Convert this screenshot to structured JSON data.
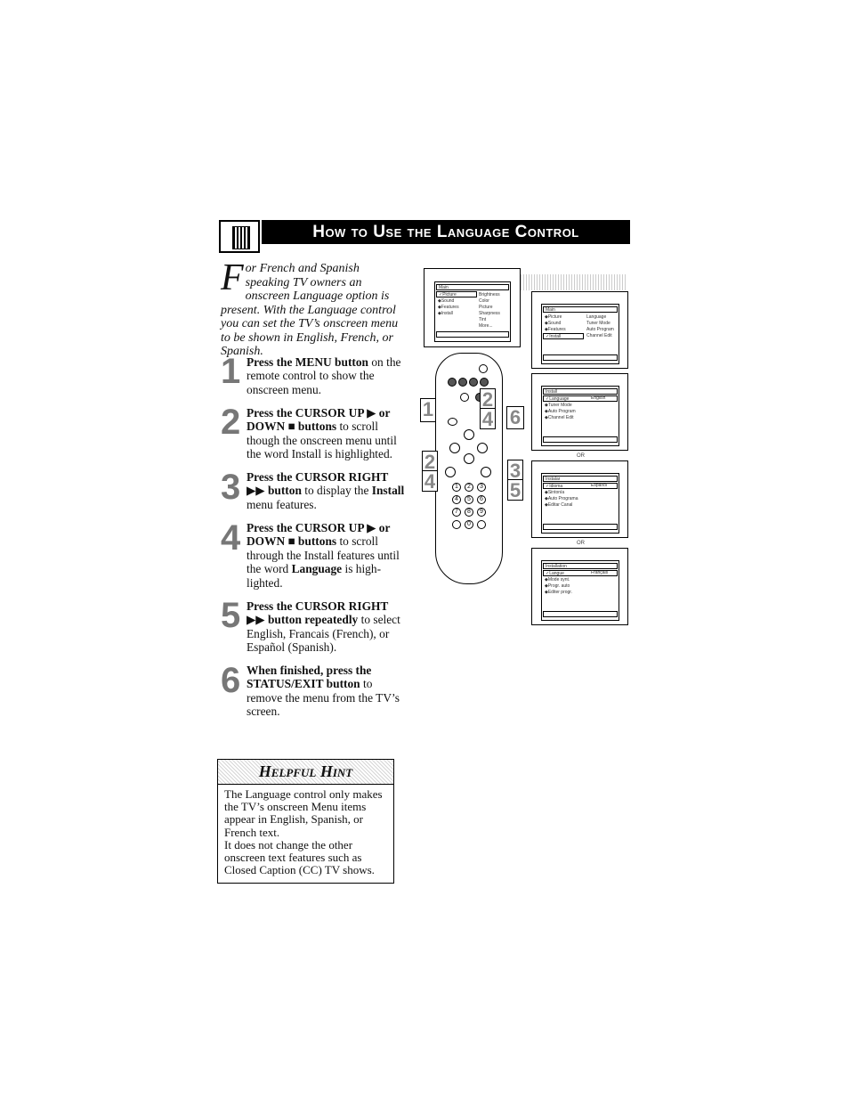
{
  "header": {
    "title": "How to Use the Language Control"
  },
  "intro": {
    "dropcap": "F",
    "text": "or French and Spanish speaking TV owners an onscreen Language option is present. With the Language control you can set the TV’s onscreen menu to be shown in English, French, or Spanish."
  },
  "steps": [
    {
      "num": "1",
      "bold": "Press the MENU button",
      "rest": " on the remote control to show the onscreen menu."
    },
    {
      "num": "2",
      "bold": "Press the CURSOR UP ▶ or DOWN ■ buttons",
      "rest": " to scroll though the onscreen menu until the word Install is highlighted."
    },
    {
      "num": "3",
      "bold": "Press the CURSOR RIGHT ▶▶ button",
      "rest": " to display the ",
      "bold2": "Install",
      "rest2": " menu features."
    },
    {
      "num": "4",
      "bold": "Press the CURSOR UP ▶ or DOWN ■ buttons",
      "rest": " to scroll through the Install features until the word ",
      "bold2": "Language",
      "rest2": " is high-lighted."
    },
    {
      "num": "5",
      "bold": "Press the CURSOR RIGHT ▶▶ button repeatedly",
      "rest": " to select English, Francais (French), or Español (Spanish)."
    },
    {
      "num": "6",
      "bold": "When finished, press the STATUS/EXIT button",
      "rest": " to remove the menu from the TV’s screen."
    }
  ],
  "hint": {
    "title": "Helpful Hint",
    "p1": "The Language control only makes the TV’s onscreen Menu items appear in English, Spanish, or French text.",
    "p2": "It does not change the other onscreen text features such as Closed Caption (CC) TV shows."
  },
  "screens": {
    "s1": {
      "bar": "Main",
      "rows": [
        "✓Picture",
        "◆Sound",
        "◆Features",
        "◆Install"
      ],
      "right": [
        "Brightness",
        "Color",
        "Picture",
        "Sharpness",
        "Tint",
        "More..."
      ]
    },
    "s2": {
      "bar": "Main",
      "rows": [
        "◆Picture",
        "◆Sound",
        "◆Features",
        "✓Install"
      ],
      "right": [
        "Language",
        "Tuner Mode",
        "Auto Program",
        "Channel Edit"
      ]
    },
    "s3": {
      "bar": "Install",
      "rows": [
        "✓Language",
        "◆Tuner Mode",
        "◆Auto Program",
        "◆Channel Edit"
      ],
      "value": "English"
    },
    "s4": {
      "bar": "Instalar",
      "rows": [
        "✓Idioma",
        "◆Sintonía",
        "◆Auto Programa",
        "◆Editar Canal"
      ],
      "value": "Español"
    },
    "s5": {
      "bar": "Installation",
      "rows": [
        "✓Langue",
        "◆Mode synt.",
        "◆Progr. auto",
        "◆Editer progr."
      ],
      "value": "Français"
    },
    "or": "OR"
  },
  "callouts": [
    "1",
    "2",
    "4",
    "6",
    "2",
    "4",
    "3",
    "5"
  ],
  "keypad": [
    "1",
    "2",
    "3",
    "4",
    "5",
    "6",
    "7",
    "8",
    "9",
    "0"
  ]
}
